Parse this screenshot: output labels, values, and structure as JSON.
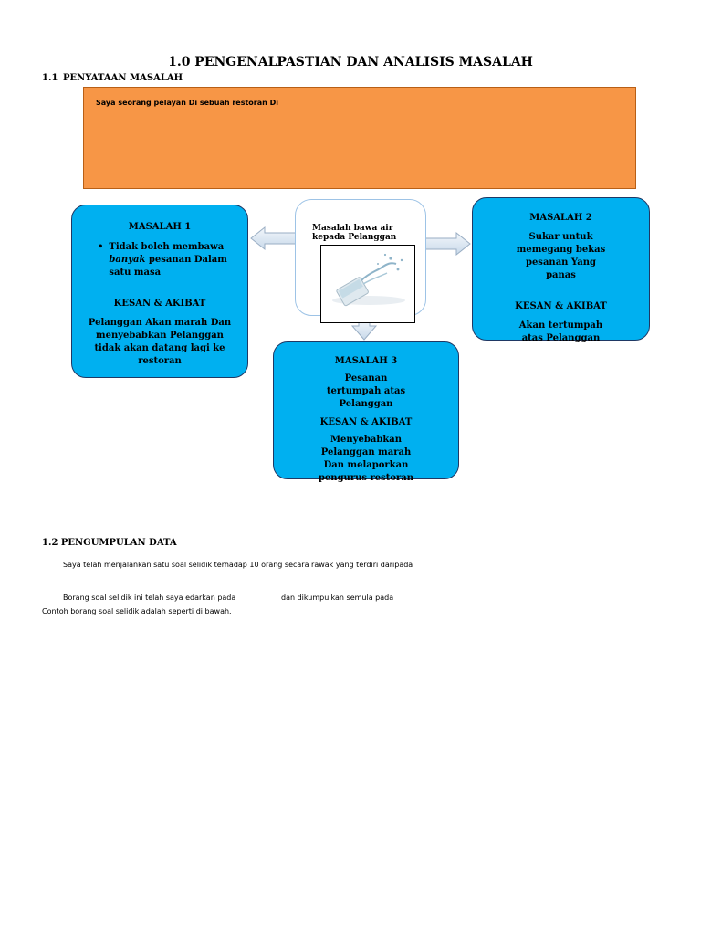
{
  "title": "1.0 PENGENALPASTIAN DAN ANALISIS MASALAH",
  "section1": {
    "number": "1.1",
    "heading": "PENYATAAN MASALAH"
  },
  "statement": "Saya  seorang pelayan Di sebuah restoran Di",
  "center": {
    "label_line1": "Masalah bawa air",
    "label_line2": "kepada Pelanggan"
  },
  "masalah1": {
    "heading": "MASALAH 1",
    "bullet_pre": "Tidak boleh membawa",
    "bullet_italic": "banyak",
    "bullet_post": "pesanan Dalam satu masa",
    "effect_heading": "KESAN & AKIBAT",
    "effect": "Pelanggan Akan marah Dan menyebabkan  Pelanggan tidak akan datang lagi ke restoran"
  },
  "masalah2": {
    "heading": "MASALAH 2",
    "problem": "Sukar untuk memegang bekas pesanan Yang panas",
    "effect_heading": "KESAN & AKIBAT",
    "effect": "Akan tertumpah atas Pelanggan"
  },
  "masalah3": {
    "heading": "MASALAH 3",
    "problem": "Pesanan tertumpah atas Pelanggan",
    "effect_heading": "KESAN & AKIBAT",
    "effect": "Menyebabkan Pelanggan marah Dan melaporkan pengurus restoran"
  },
  "section2": {
    "heading": "1.2 PENGUMPULAN DATA",
    "p1": "Saya telah menjalankan satu soal selidik terhadap 10 orang secara rawak yang terdiri daripada",
    "p2a": "Borang soal selidik ini telah saya edarkan pada",
    "p2b": "dan dikumpulkan semula pada",
    "p3": "Contoh borang soal selidik adalah seperti di bawah."
  },
  "colors": {
    "orange": "#f79646",
    "blue": "#00b0f0",
    "arrow": "#dbe7f3"
  }
}
